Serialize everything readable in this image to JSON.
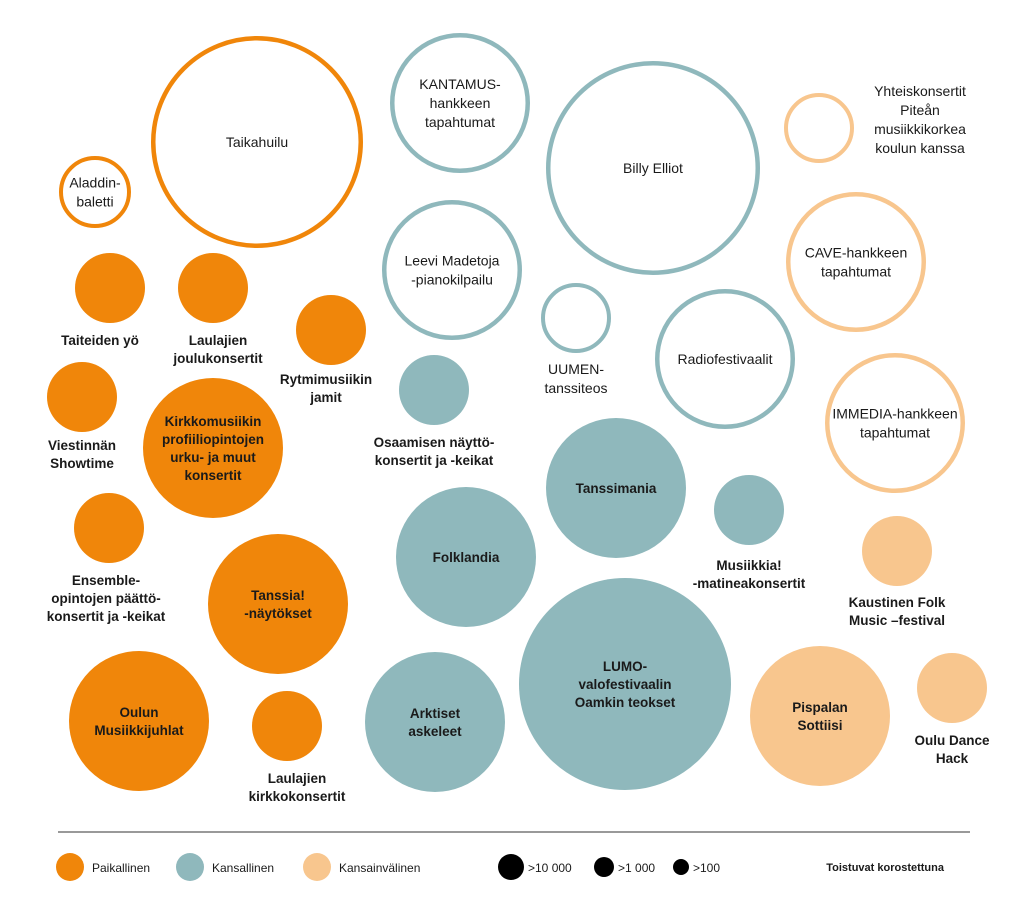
{
  "colors": {
    "local": "#f0860a",
    "national": "#8fb8bc",
    "international": "#f8c68e",
    "text": "#1a1a1a",
    "divider": "#333333"
  },
  "events": [
    {
      "id": "aladdin",
      "lines": [
        "Aladdin-",
        "baletti"
      ],
      "category": "local",
      "size": "small",
      "recurring": false
    },
    {
      "id": "taikahuilu",
      "lines": [
        "Taikahuilu"
      ],
      "category": "local",
      "size": "large",
      "recurring": false
    },
    {
      "id": "kantamus",
      "lines": [
        "KANTAMUS-",
        "hankkeen",
        "tapahtumat"
      ],
      "category": "national",
      "size": "medium",
      "recurring": false
    },
    {
      "id": "billy-elliot",
      "lines": [
        "Billy Elliot"
      ],
      "category": "national",
      "size": "large",
      "recurring": false
    },
    {
      "id": "yhteiskonsertit",
      "lines": [
        "Yhteiskonsertit",
        "Piteån",
        "musiikkikorkea",
        "koulun kanssa"
      ],
      "category": "international",
      "size": "small",
      "recurring": false
    },
    {
      "id": "taiteiden-yo",
      "lines": [
        "Taiteiden yö"
      ],
      "category": "local",
      "size": "small",
      "recurring": true
    },
    {
      "id": "laulajien-joulukonsertit",
      "lines": [
        "Laulajien",
        "joulukonsertit"
      ],
      "category": "local",
      "size": "small",
      "recurring": true
    },
    {
      "id": "leevi-madetoja",
      "lines": [
        "Leevi Madetoja",
        "-pianokilpailu"
      ],
      "category": "national",
      "size": "medium",
      "recurring": false
    },
    {
      "id": "cave",
      "lines": [
        "CAVE-hankkeen",
        "tapahtumat"
      ],
      "category": "international",
      "size": "medium",
      "recurring": false
    },
    {
      "id": "rytmimusiikin",
      "lines": [
        "Rytmimusiikin",
        "jamit"
      ],
      "category": "local",
      "size": "small",
      "recurring": true
    },
    {
      "id": "uumen",
      "lines": [
        "UUMEN-",
        "tanssiteos"
      ],
      "category": "national",
      "size": "small",
      "recurring": false
    },
    {
      "id": "radiofestivaalit",
      "lines": [
        "Radiofestivaalit"
      ],
      "category": "national",
      "size": "medium",
      "recurring": false
    },
    {
      "id": "viestinnan-showtime",
      "lines": [
        "Viestinnän",
        "Showtime"
      ],
      "category": "local",
      "size": "small",
      "recurring": true
    },
    {
      "id": "osaamisen-naytto",
      "lines": [
        "Osaamisen näyttö-",
        "konsertit ja -keikat"
      ],
      "category": "national",
      "size": "small",
      "recurring": true
    },
    {
      "id": "kirkkomusiikin",
      "lines": [
        "Kirkkomusiikin",
        "profiiliopintojen",
        "urku- ja muut",
        "konsertit"
      ],
      "category": "local",
      "size": "medium",
      "recurring": true
    },
    {
      "id": "immedia",
      "lines": [
        "IMMEDIA-hankkeen",
        "tapahtumat"
      ],
      "category": "international",
      "size": "medium",
      "recurring": false
    },
    {
      "id": "tanssimania",
      "lines": [
        "Tanssimania"
      ],
      "category": "national",
      "size": "medium",
      "recurring": true
    },
    {
      "id": "ensemble",
      "lines": [
        "Ensemble-",
        "opintojen päättö-",
        "konsertit ja -keikat"
      ],
      "category": "local",
      "size": "small",
      "recurring": true
    },
    {
      "id": "folklandia",
      "lines": [
        "Folklandia"
      ],
      "category": "national",
      "size": "medium",
      "recurring": true
    },
    {
      "id": "musiikkia-matinea",
      "lines": [
        "Musiikkia!",
        "-matineakonsertit"
      ],
      "category": "national",
      "size": "small",
      "recurring": true
    },
    {
      "id": "kaustinen",
      "lines": [
        "Kaustinen Folk",
        "Music –festival"
      ],
      "category": "international",
      "size": "small",
      "recurring": true
    },
    {
      "id": "tanssia-naytokset",
      "lines": [
        "Tanssia!",
        "-näytökset"
      ],
      "category": "local",
      "size": "medium",
      "recurring": true
    },
    {
      "id": "lumo",
      "lines": [
        "LUMO-",
        "valofestivaalin",
        "Oamkin teokset"
      ],
      "category": "national",
      "size": "large",
      "recurring": true
    },
    {
      "id": "oulun-musiikkijuhlat",
      "lines": [
        "Oulun",
        "Musiikkijuhlat"
      ],
      "category": "local",
      "size": "medium",
      "recurring": true
    },
    {
      "id": "arktiset-askeleet",
      "lines": [
        "Arktiset",
        "askeleet"
      ],
      "category": "national",
      "size": "medium",
      "recurring": true
    },
    {
      "id": "pispalan-sottiisi",
      "lines": [
        "Pispalan",
        "Sottiisi"
      ],
      "category": "international",
      "size": "medium",
      "recurring": true
    },
    {
      "id": "oulu-dance-hack",
      "lines": [
        "Oulu Dance",
        "Hack"
      ],
      "category": "international",
      "size": "small",
      "recurring": true
    },
    {
      "id": "laulajien-kirkkokonsertit",
      "lines": [
        "Laulajien",
        "kirkkokonsertit"
      ],
      "category": "local",
      "size": "small",
      "recurring": true
    }
  ],
  "legend": {
    "categories": [
      {
        "key": "local",
        "label": "Paikallinen"
      },
      {
        "key": "national",
        "label": "Kansallinen"
      },
      {
        "key": "international",
        "label": "Kansainvälinen"
      }
    ],
    "sizes": [
      {
        "key": "large",
        "label": ">10 000"
      },
      {
        "key": "medium",
        "label": ">1 000"
      },
      {
        "key": "small",
        "label": ">100"
      }
    ],
    "recurring_note": "Toistuvat korostettuna"
  }
}
